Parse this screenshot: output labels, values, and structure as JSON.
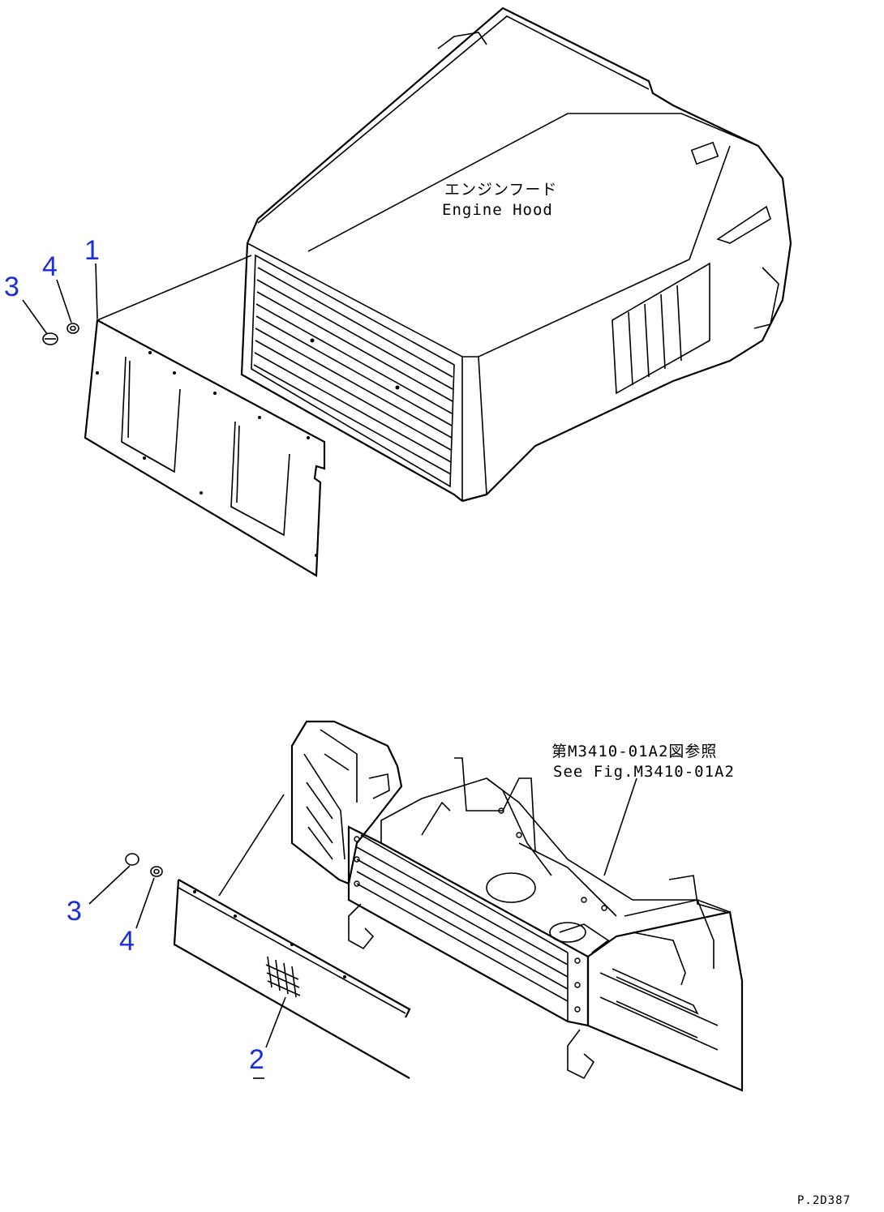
{
  "labels": {
    "engine_hood_jp": "エンジンフード",
    "engine_hood_en": "Engine Hood",
    "see_fig_jp": "第M3410-01A2図参照",
    "see_fig_en": "See Fig.M3410-01A2",
    "drawing_ref": "P.2D387"
  },
  "callouts": {
    "upper_item_1": "1",
    "upper_item_3": "3",
    "upper_item_4": "4",
    "lower_item_2": "2",
    "lower_item_3": "3",
    "lower_item_4": "4"
  },
  "colors": {
    "callout": "#1a2fd6",
    "line": "#000000",
    "background": "#ffffff"
  }
}
